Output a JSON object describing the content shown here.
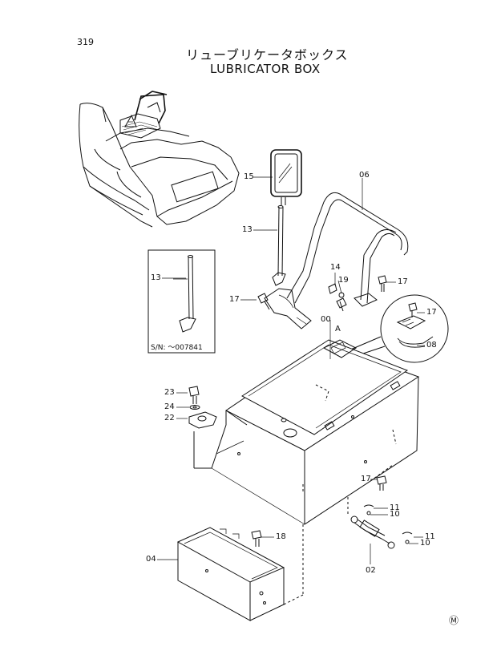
{
  "page_number": "319",
  "title_japanese": "リューブリケータボックス",
  "title_english": "LUBRICATOR BOX",
  "serial_note": "S/N: ～007841",
  "detail_label": "A",
  "part_labels": {
    "p15": "15",
    "p06": "06",
    "p13": "13",
    "p13_inset": "13",
    "p14": "14",
    "p19": "19",
    "p17_top_right": "17",
    "p17_left": "17",
    "p17_detail": "17",
    "p00": "00",
    "p08": "08",
    "p23": "23",
    "p24": "24",
    "p22": "22",
    "p17_lower": "17",
    "p11_upper": "11",
    "p10_upper": "10",
    "p18": "18",
    "p04": "04",
    "p11_lower": "11",
    "p10_lower": "10",
    "p02": "02"
  },
  "footer_mark": "Ⓜ"
}
